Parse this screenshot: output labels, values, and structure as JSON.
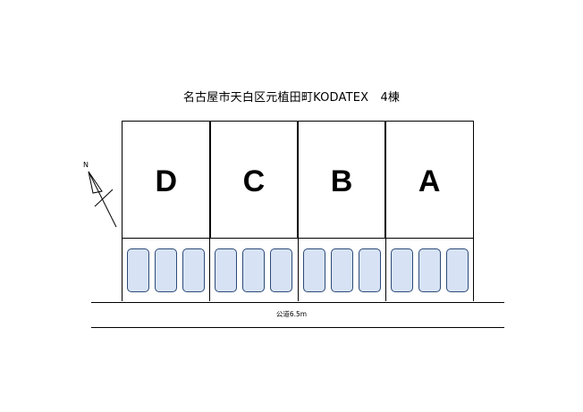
{
  "title": "名古屋市天白区元植田町KODATEX　4棟",
  "lots": [
    {
      "label": "D"
    },
    {
      "label": "C"
    },
    {
      "label": "B"
    },
    {
      "label": "A"
    }
  ],
  "parking_per_lot": 3,
  "road": {
    "label": "公道6.5m"
  },
  "compass": {
    "label": "N",
    "icon": "north-arrow-icon"
  },
  "colors": {
    "stall_fill": "#d7e3f4",
    "stall_border": "#2c4a78",
    "line": "#000000"
  }
}
